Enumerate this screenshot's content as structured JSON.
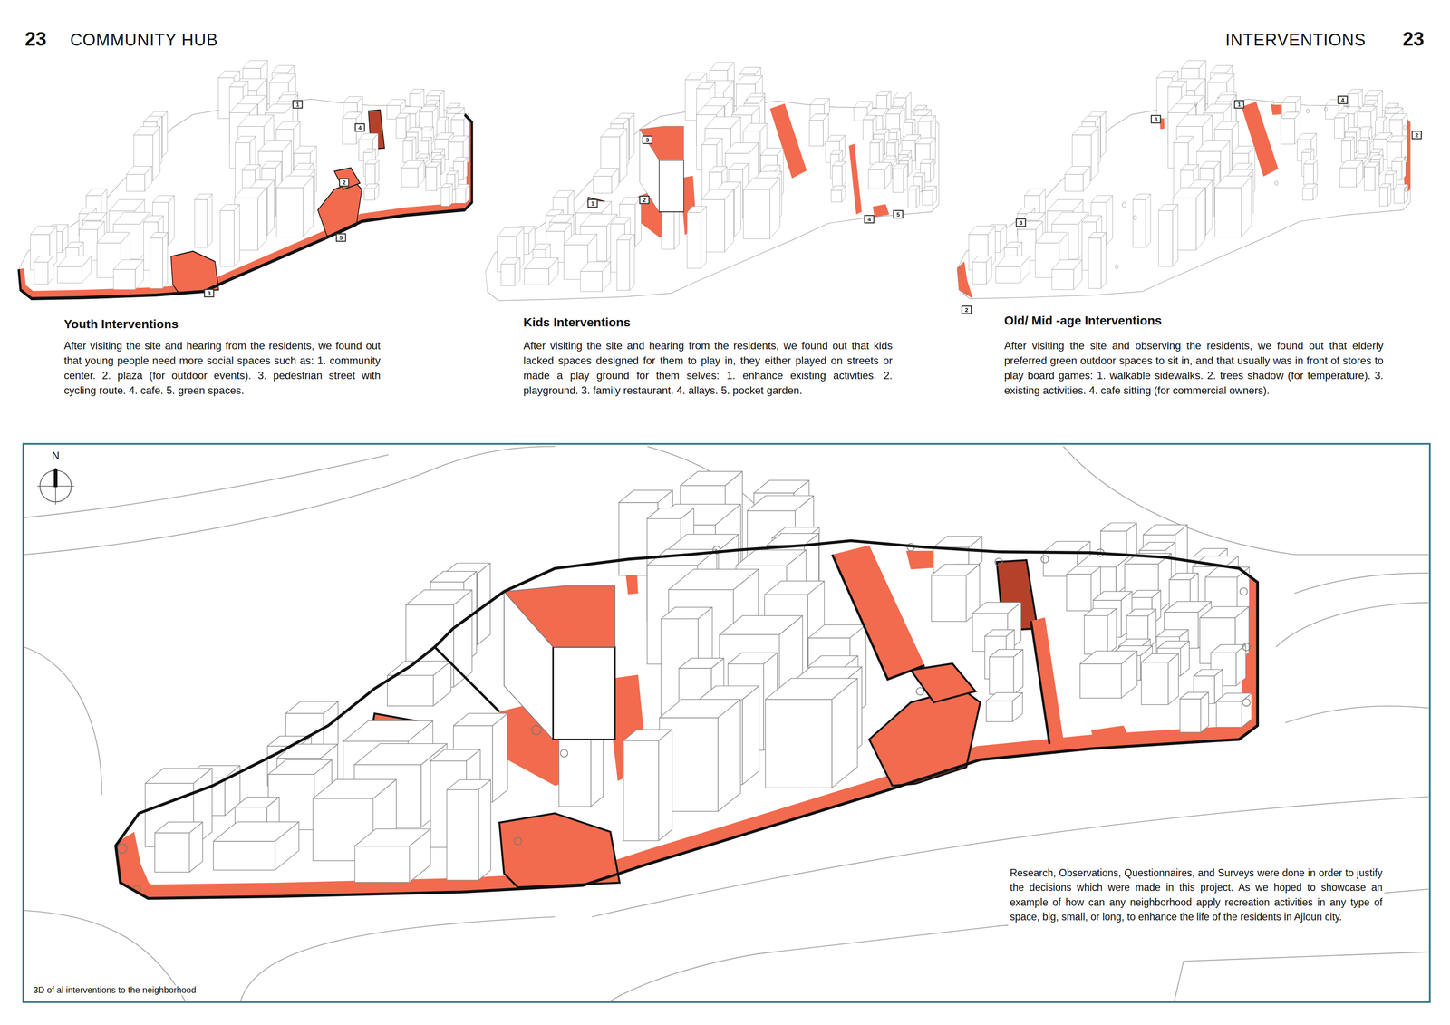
{
  "diagram": {
    "title": "COMMUNITY HUB",
    "caption": "3D of al interventions to the neighborhood",
    "nodes": [
      {
        "text": [
          "Research, Observations, Questionnaires, and Surveys were done in order to justify the decisions which were made in this project. As we hoped to showcase an example of how can any neighborhood apply recreation activities in any type of space, big, small, or long, to enhance the life of the residents in Ajloun city."
        ]
      }
    ],
    "labels": [
      "23",
      "INTERVENTIONS",
      "23",
      "1",
      "4",
      "2",
      "5",
      "3",
      "Youth Interventions",
      "After visiting the site and hearing from the residents, we found out that young people need more social spaces such as: 1. community center. 2. plaza (for outdoor events). 3. pedestrian street with cycling route. 4. cafe. 5. green spaces.",
      "3",
      "2",
      "1",
      "4",
      "5",
      "Kids Interventions",
      "After visiting the site and hearing from the residents, we found out that kids lacked spaces designed for them to play in, they either played on streets or made a play ground for them selves: 1. enhance existing activities. 2. playground. 3. family restaurant. 4. allays. 5. pocket garden.",
      "1",
      "4",
      "3",
      "2",
      "3",
      "2",
      "Old/ Mid -age Interventions",
      "After visiting the site and observing the residents, we found out that elderly preferred green outdoor spaces to sit in, and that usually was in front of stores to play board games: 1. walkable sidewalks. 2. trees shadow (for temperature). 3. existing activities. 4. cafe sitting (for commercial owners).",
      "N"
    ]
  }
}
